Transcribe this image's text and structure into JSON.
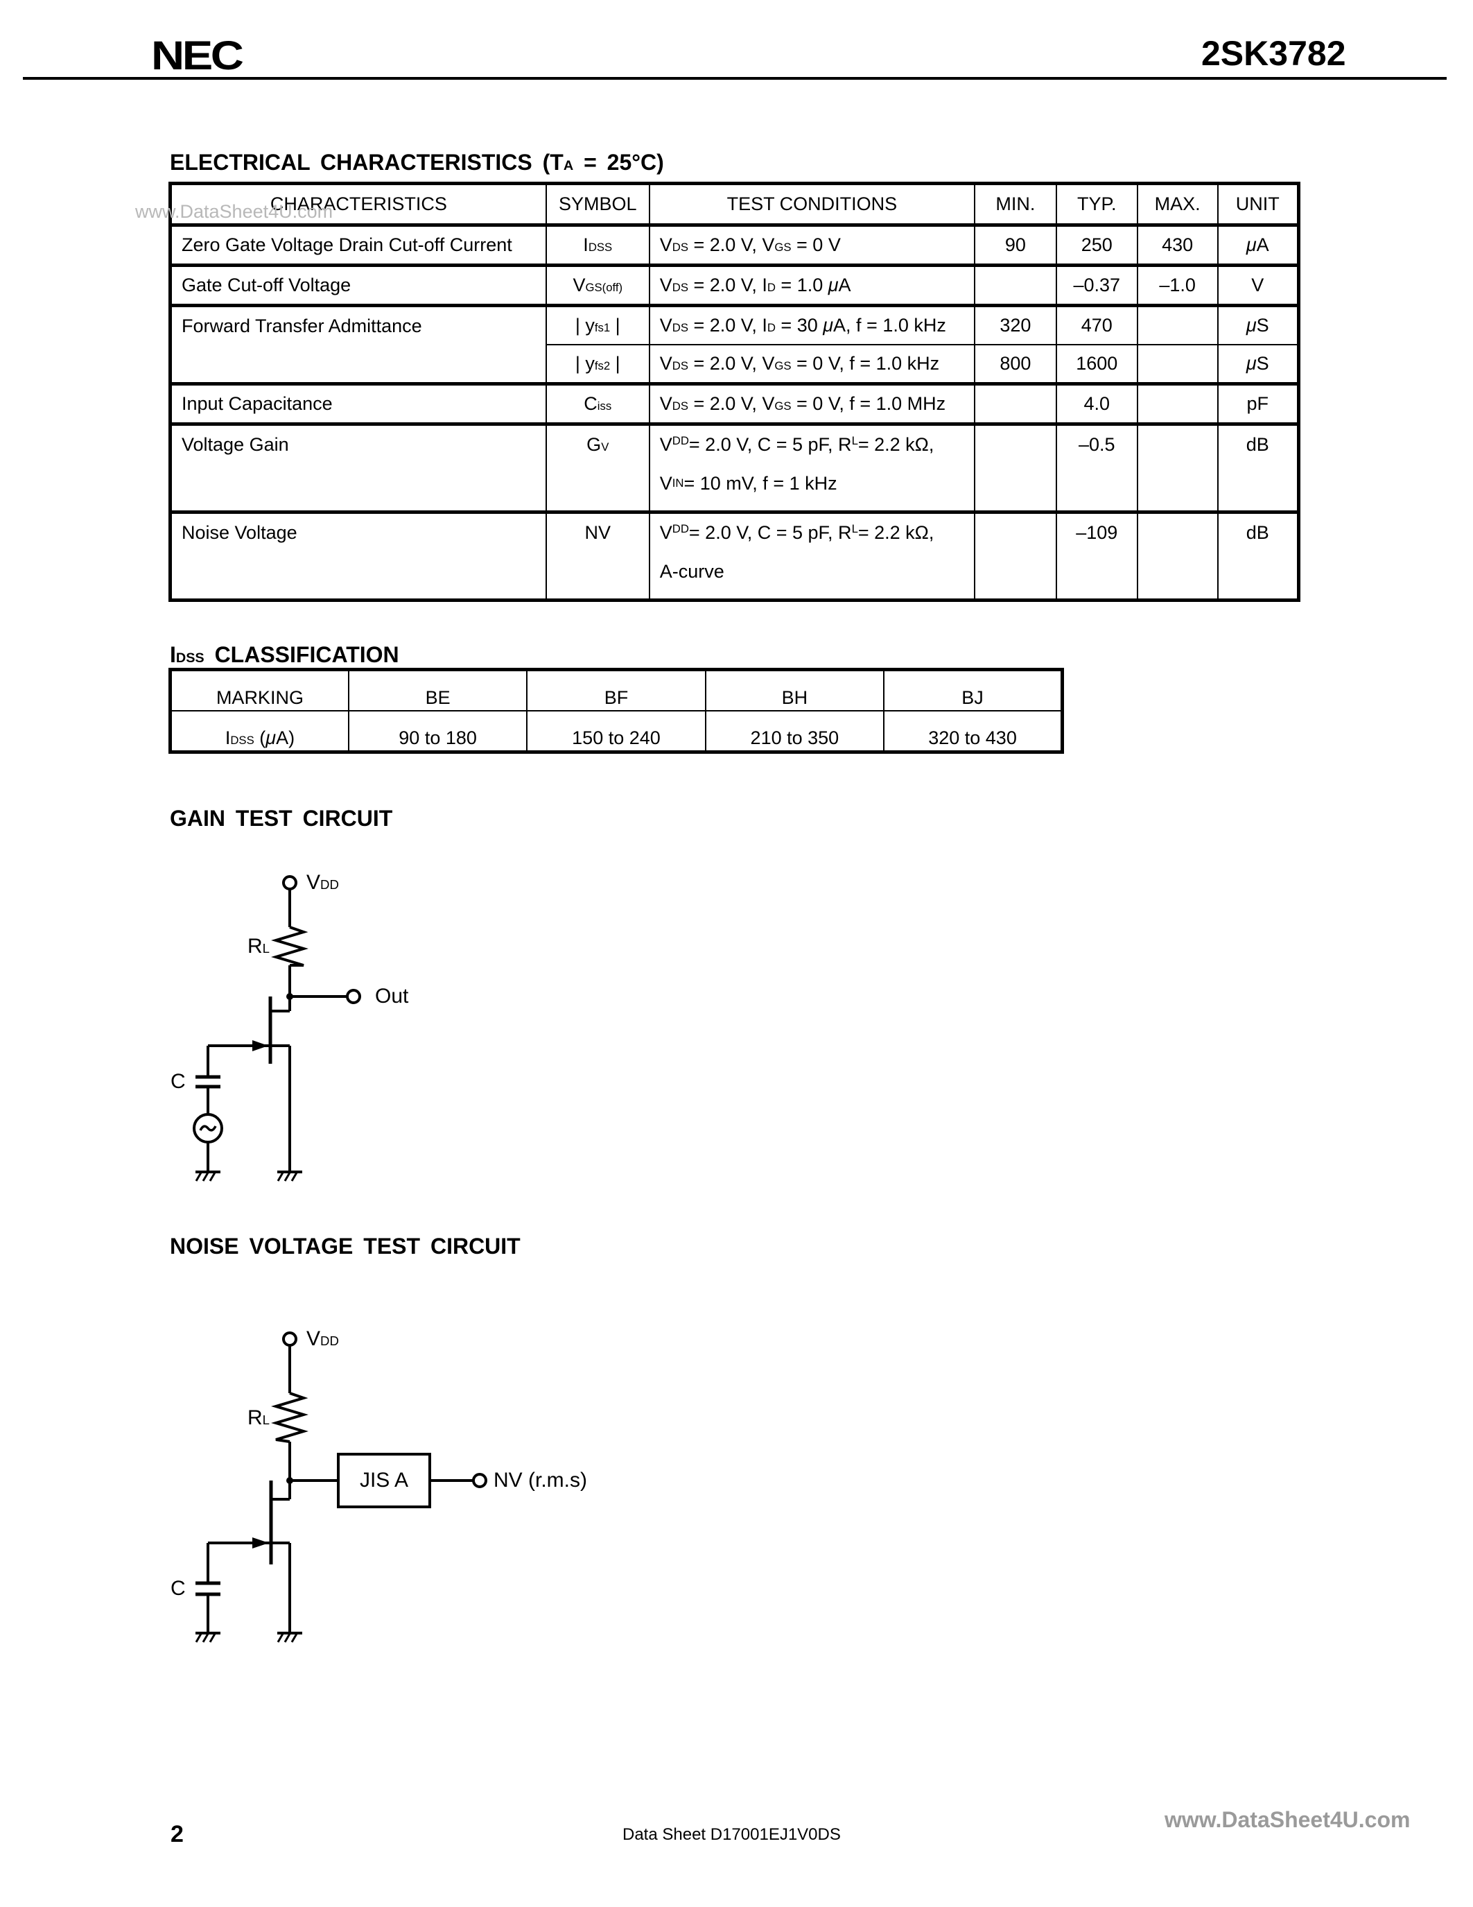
{
  "header": {
    "logo": "NEC",
    "part_number": "2SK3782"
  },
  "electrical": {
    "title_main": "ELECTRICAL  CHARACTERISTICS (T",
    "title_sub": "A",
    "title_end": " = 25°C)",
    "watermark": "www.DataSheet4U.com",
    "columns": [
      "CHARACTERISTICS",
      "SYMBOL",
      "TEST CONDITIONS",
      "MIN.",
      "TYP.",
      "MAX.",
      "UNIT"
    ],
    "rows": [
      {
        "characteristic": "Zero Gate Voltage Drain Cut-off Current",
        "symbol": {
          "main": "I",
          "sub": "DSS"
        },
        "conditions": [
          "VDS = 2.0 V, VGS = 0 V"
        ],
        "min": "90",
        "typ": "250",
        "max": "430",
        "unit": "μA"
      },
      {
        "characteristic": "Gate Cut-off Voltage",
        "symbol": {
          "main": "V",
          "sub": "GS(off)"
        },
        "conditions": [
          "VDS = 2.0 V, ID = 1.0 μA"
        ],
        "min": "",
        "typ": "–0.37",
        "max": "–1.0",
        "unit": "V"
      },
      {
        "characteristic": "Forward Transfer Admittance",
        "symbol": {
          "main": "| y",
          "sub": "fs1",
          "end": " |"
        },
        "conditions": [
          "VDS = 2.0 V, ID = 30 μA, f = 1.0 kHz"
        ],
        "min": "320",
        "typ": "470",
        "max": "",
        "unit": "μS"
      },
      {
        "characteristic": "",
        "symbol": {
          "main": "| y",
          "sub": "fs2",
          "end": " |"
        },
        "conditions": [
          "VDS = 2.0 V, VGS = 0 V, f = 1.0 kHz"
        ],
        "min": "800",
        "typ": "1600",
        "max": "",
        "unit": "μS"
      },
      {
        "characteristic": "Input Capacitance",
        "symbol": {
          "main": "C",
          "sub": "iss"
        },
        "conditions": [
          "VDS = 2.0 V, VGS = 0 V, f = 1.0 MHz"
        ],
        "min": "",
        "typ": "4.0",
        "max": "",
        "unit": "pF"
      },
      {
        "characteristic": "Voltage Gain",
        "symbol": {
          "main": "G",
          "sub": "V"
        },
        "conditions": [
          "VDD = 2.0 V, C = 5 pF, RL = 2.2 kΩ,",
          "VIN = 10 mV, f = 1 kHz"
        ],
        "min": "",
        "typ": "–0.5",
        "max": "",
        "unit": "dB"
      },
      {
        "characteristic": "Noise Voltage",
        "symbol": {
          "main": "NV",
          "sub": ""
        },
        "conditions": [
          "VDD = 2.0 V, C = 5 pF, RL = 2.2 kΩ,",
          "A-curve"
        ],
        "min": "",
        "typ": "–109",
        "max": "",
        "unit": "dB"
      }
    ]
  },
  "idss": {
    "title_main": "I",
    "title_sub": "DSS",
    "title_end": "  CLASSIFICATION",
    "marking_label": "MARKING",
    "value_label_main": "I",
    "value_label_sub": "DSS",
    "value_label_end": " (μA)",
    "markings": [
      "BE",
      "BF",
      "BH",
      "BJ"
    ],
    "ranges": [
      "90 to 180",
      "150 to 240",
      "210 to 350",
      "320 to 430"
    ]
  },
  "gain_circuit": {
    "title": "GAIN  TEST  CIRCUIT",
    "vdd_main": "V",
    "vdd_sub": "DD",
    "rl_main": "R",
    "rl_sub": "L",
    "out_label": "Out",
    "c_label": "C"
  },
  "noise_circuit": {
    "title": "NOISE  VOLTAGE  TEST  CIRCUIT",
    "vdd_main": "V",
    "vdd_sub": "DD",
    "rl_main": "R",
    "rl_sub": "L",
    "box_label": "JIS A",
    "out_label": "NV (r.m.s)",
    "c_label": "C"
  },
  "footer": {
    "page_number": "2",
    "document": "Data Sheet  D17001EJ1V0DS",
    "watermark": "www.DataSheet4U.com"
  }
}
